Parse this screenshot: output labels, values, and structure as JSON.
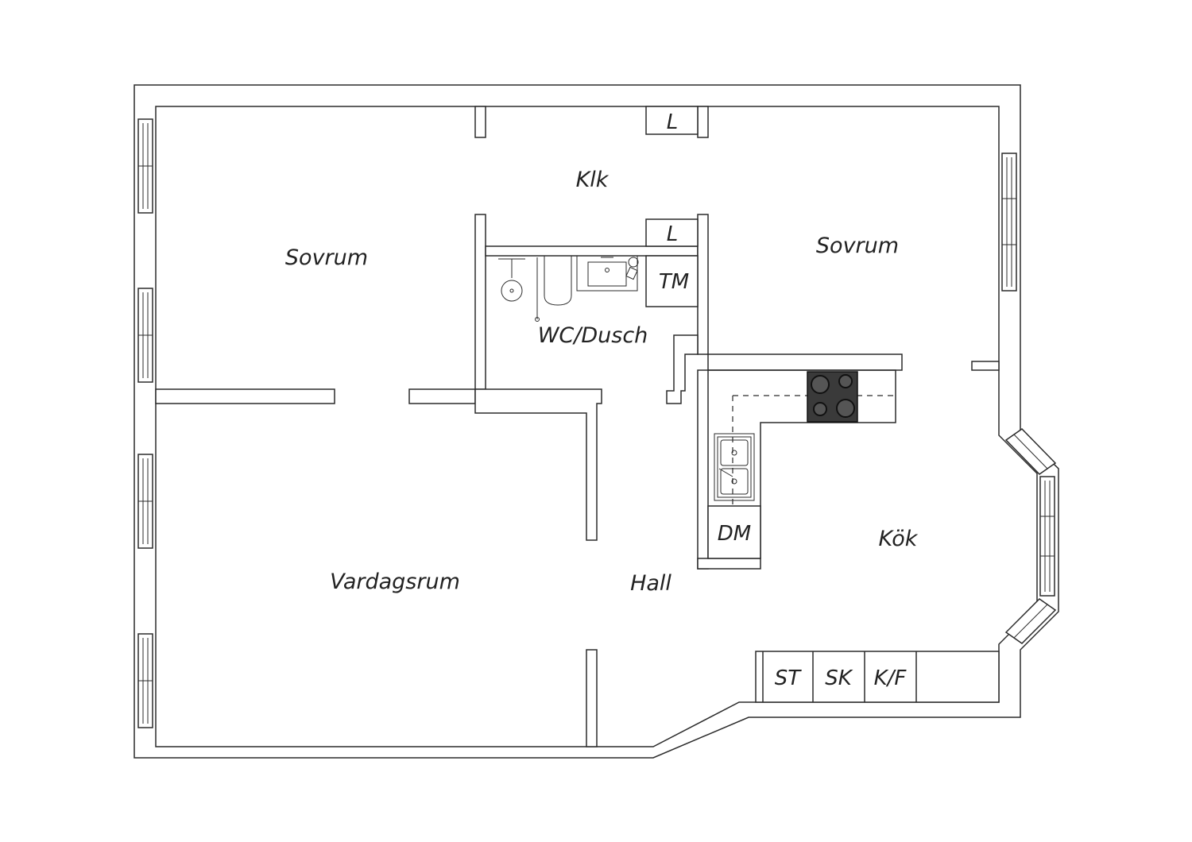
{
  "rooms": {
    "sovrum_left": "Sovrum",
    "klk": "Klk",
    "sovrum_right": "Sovrum",
    "wc_dusch": "WC/Dusch",
    "vardagsrum": "Vardagsrum",
    "hall": "Hall",
    "kok": "Kök"
  },
  "fixtures": {
    "closet_top": "L",
    "closet_mid": "L",
    "tm": "TM",
    "dm": "DM",
    "st": "ST",
    "sk": "SK",
    "kf": "K/F"
  },
  "colors": {
    "wall_stroke": "#2b2b2b",
    "stove_fill": "#3a3a3a"
  }
}
